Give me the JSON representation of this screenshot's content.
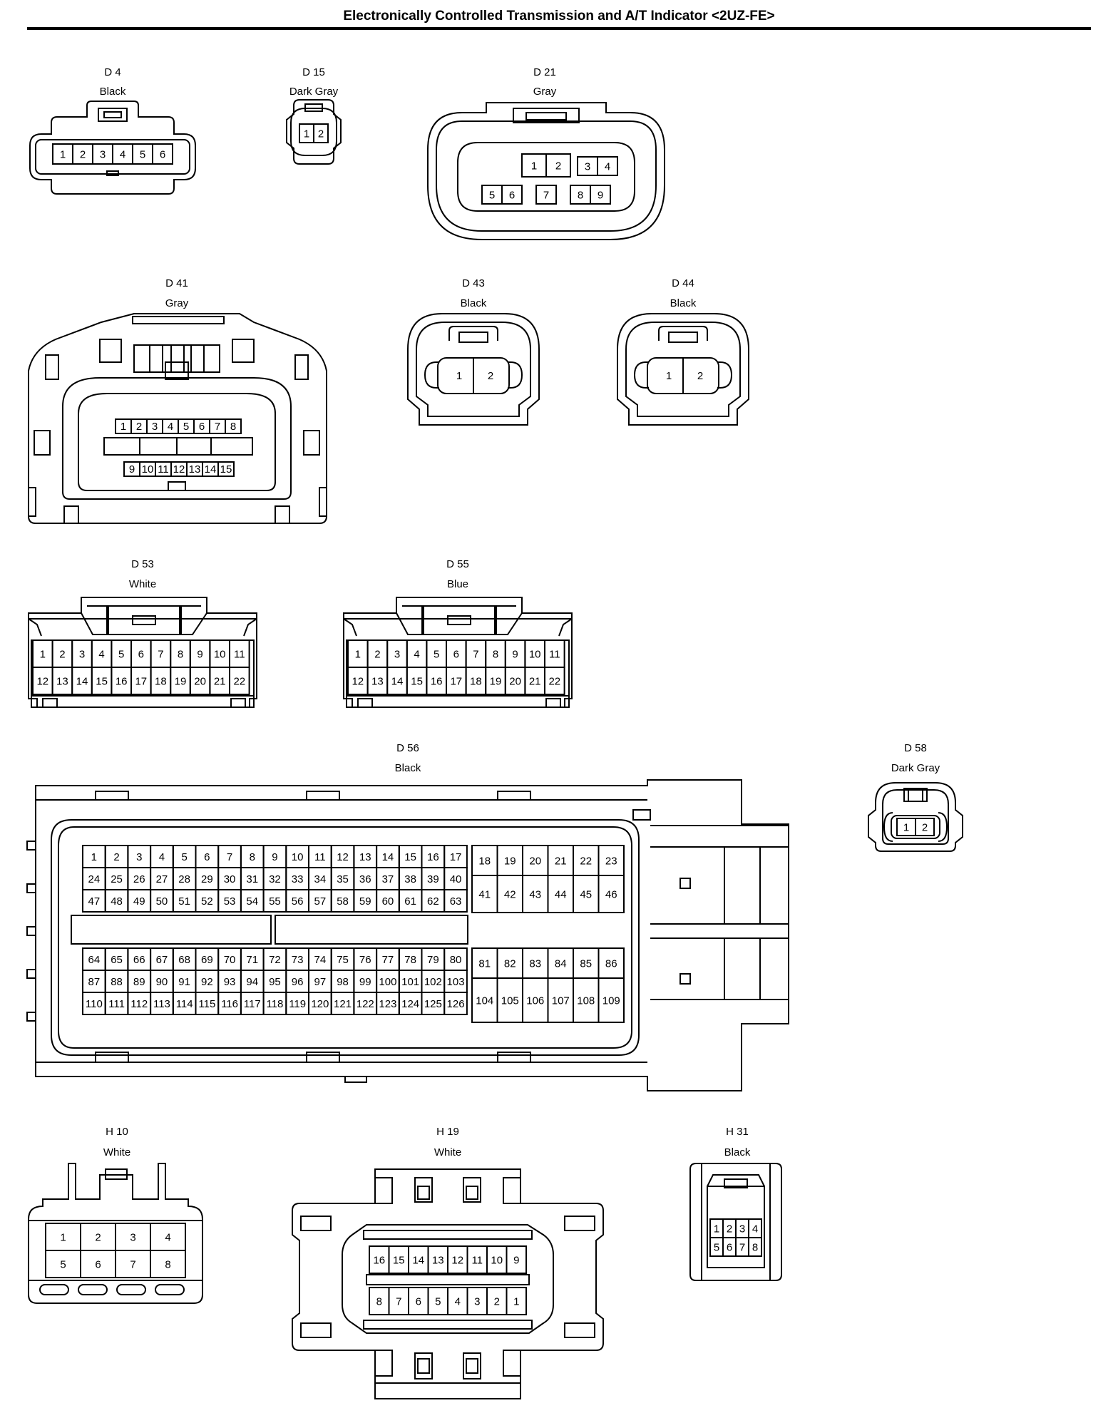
{
  "title": "Electronically Controlled Transmission and A/T Indicator <2UZ-FE>",
  "connectors": [
    {
      "id": "D 4",
      "color": "Black",
      "pins": [
        "1",
        "2",
        "3",
        "4",
        "5",
        "6"
      ]
    },
    {
      "id": "D 15",
      "color": "Dark Gray",
      "pins": [
        "1",
        "2"
      ]
    },
    {
      "id": "D 21",
      "color": "Gray",
      "pins": [
        "1",
        "2",
        "3",
        "4",
        "5",
        "6",
        "7",
        "8",
        "9"
      ]
    },
    {
      "id": "D 41",
      "color": "Gray",
      "pins": [
        "1",
        "2",
        "3",
        "4",
        "5",
        "6",
        "7",
        "8",
        "9",
        "10",
        "11",
        "12",
        "13",
        "14",
        "15"
      ]
    },
    {
      "id": "D 43",
      "color": "Black",
      "pins": [
        "1",
        "2"
      ]
    },
    {
      "id": "D 44",
      "color": "Black",
      "pins": [
        "1",
        "2"
      ]
    },
    {
      "id": "D 53",
      "color": "White",
      "pins": [
        "1",
        "2",
        "3",
        "4",
        "5",
        "6",
        "7",
        "8",
        "9",
        "10",
        "11",
        "12",
        "13",
        "14",
        "15",
        "16",
        "17",
        "18",
        "19",
        "20",
        "21",
        "22"
      ]
    },
    {
      "id": "D 55",
      "color": "Blue",
      "pins": [
        "1",
        "2",
        "3",
        "4",
        "5",
        "6",
        "7",
        "8",
        "9",
        "10",
        "11",
        "12",
        "13",
        "14",
        "15",
        "16",
        "17",
        "18",
        "19",
        "20",
        "21",
        "22"
      ]
    },
    {
      "id": "D 56",
      "color": "Black",
      "pin_count": 126
    },
    {
      "id": "D 58",
      "color": "Dark Gray",
      "pins": [
        "1",
        "2"
      ]
    },
    {
      "id": "H 10",
      "color": "White",
      "pins": [
        "1",
        "2",
        "3",
        "4",
        "5",
        "6",
        "7",
        "8"
      ]
    },
    {
      "id": "H 19",
      "color": "White",
      "pins": [
        "16",
        "15",
        "14",
        "13",
        "12",
        "11",
        "10",
        "9",
        "8",
        "7",
        "6",
        "5",
        "4",
        "3",
        "2",
        "1"
      ]
    },
    {
      "id": "H 31",
      "color": "Black",
      "pins": [
        "1",
        "2",
        "3",
        "4",
        "5",
        "6",
        "7",
        "8"
      ]
    }
  ]
}
